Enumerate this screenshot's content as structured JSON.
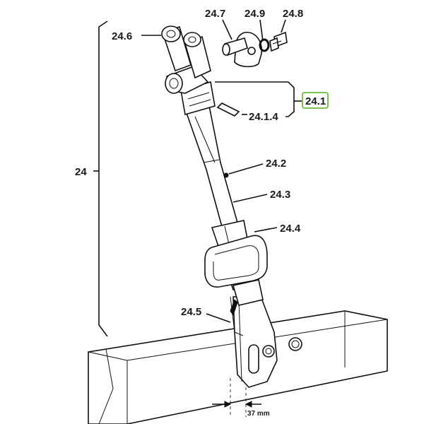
{
  "labels": {
    "l24": "24",
    "l24_1": "24.1",
    "l24_1_4": "24.1.4",
    "l24_2": "24.2",
    "l24_3": "24.3",
    "l24_4": "24.4",
    "l24_5": "24.5",
    "l24_6": "24.6",
    "l24_7": "24.7",
    "l24_8": "24.8",
    "l24_9": "24.9"
  },
  "dimension": "37 mm",
  "colors": {
    "highlight": "#7dc04b",
    "line": "#111111"
  }
}
